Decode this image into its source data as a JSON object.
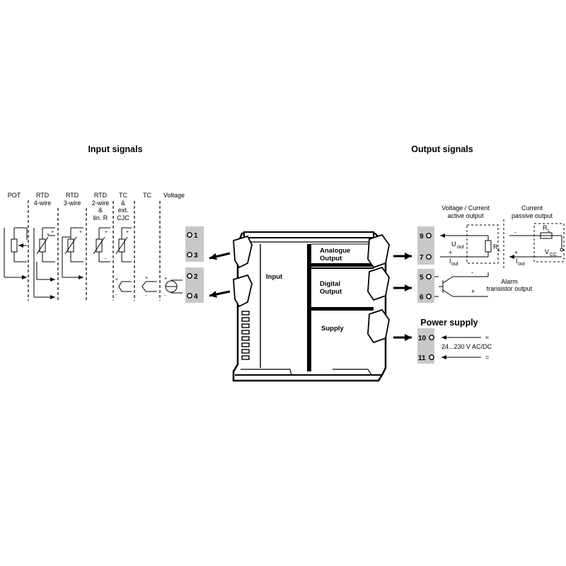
{
  "titles": {
    "input": "Input signals",
    "output": "Output signals",
    "power": "Power supply"
  },
  "input_columns": [
    {
      "line1": "POT",
      "line2": "",
      "line3": "",
      "line4": ""
    },
    {
      "line1": "RTD",
      "line2": "4-wire",
      "line3": "",
      "line4": ""
    },
    {
      "line1": "RTD",
      "line2": "3-wire",
      "line3": "",
      "line4": ""
    },
    {
      "line1": "RTD",
      "line2": "2-wire",
      "line3": "&",
      "line4": "lin. R"
    },
    {
      "line1": "TC",
      "line2": "&",
      "line3": "ext.",
      "line4": "CJC"
    },
    {
      "line1": "TC",
      "line2": "",
      "line3": "",
      "line4": ""
    },
    {
      "line1": "Voltage",
      "line2": "",
      "line3": "",
      "line4": ""
    }
  ],
  "input_terminals": [
    "1",
    "3",
    "2",
    "4"
  ],
  "output_terminals": [
    "9",
    "7",
    "5",
    "6"
  ],
  "power_terminals": [
    "10",
    "11"
  ],
  "device_blocks": {
    "input": "Input",
    "analogue_1": "Analogue",
    "analogue_2": "Output",
    "digital_1": "Digital",
    "digital_2": "Output",
    "supply": "Supply"
  },
  "outputs": {
    "active_1": "Voltage / Current",
    "active_2": "active output",
    "passive_1": "Current",
    "passive_2": "passive output",
    "u_out": "U",
    "u_sub": "out",
    "i_out": "I",
    "i_sub": "out",
    "r_l": "R",
    "r_sub": "L",
    "v_cc": "V",
    "v_sub": "CC",
    "alarm_1": "Alarm",
    "alarm_2": "transistor output",
    "minus": "-",
    "plus": "+"
  },
  "power": {
    "ac_symbol": "≈",
    "range": "24...230 V AC/DC",
    "dc_symbol": "="
  }
}
